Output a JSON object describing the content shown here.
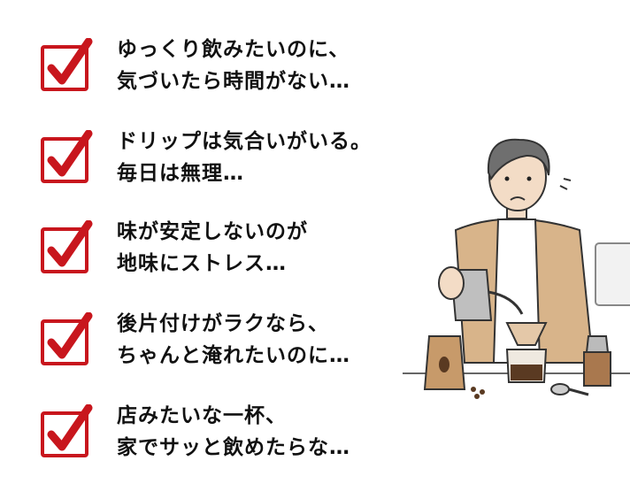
{
  "colors": {
    "check": "#c8161d",
    "text": "#111111"
  },
  "items": [
    {
      "line1": "ゆっくり飲みたいのに、",
      "line2": "気づいたら時間がない…"
    },
    {
      "line1": "ドリップは気合いがいる。",
      "line2": "毎日は無理…"
    },
    {
      "line1": "味が安定しないのが",
      "line2": "地味にストレス…"
    },
    {
      "line1": "後片付けがラクなら、",
      "line2": "ちゃんと淹れたいのに…"
    },
    {
      "line1": "店みたいな一杯、",
      "line2": "家でサッと飲めたらな…"
    }
  ]
}
